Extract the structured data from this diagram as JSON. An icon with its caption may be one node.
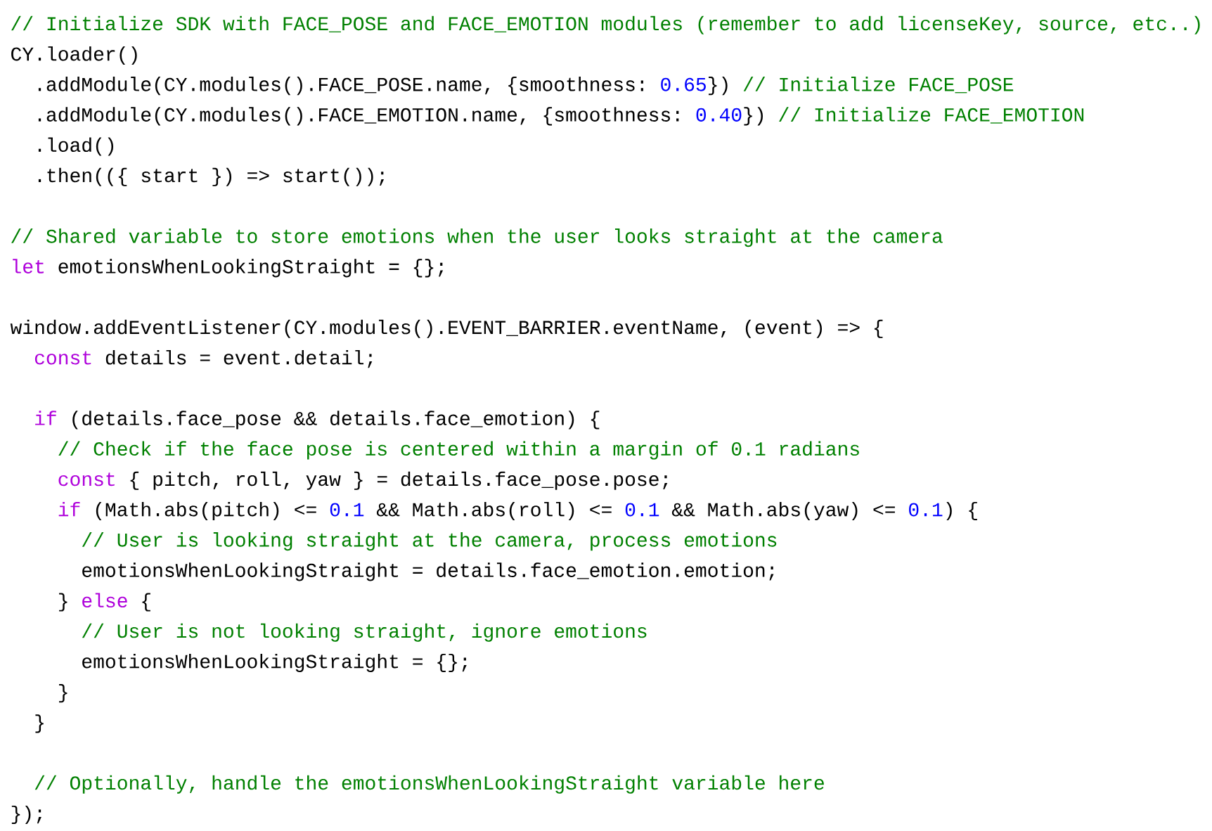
{
  "diagram": {
    "labels": [
      "// Initialize SDK with FACE_POSE and FACE_EMOTION modules (remember to add licenseKey, source, etc..)",
      "CY.loader()",
      ".addModule(CY.modules().FACE_POSE.name, {smoothness:",
      "0.65",
      "})",
      "// Initialize FACE_POSE",
      ".addModule(CY.modules().FACE_EMOTION.name, {smoothness:",
      "0.40",
      "})",
      "// Initialize FACE_EMOTION",
      ".load()",
      ".then(({ start }) => start());",
      "// Shared variable to store emotions when the user looks straight at the camera",
      "let",
      "emotionsWhenLookingStraight = {};",
      "window.addEventListener(CY.modules().EVENT_BARRIER.eventName, (event) => {",
      "const",
      "details = event.detail;",
      "if",
      "(details.face_pose && details.face_emotion) {",
      "// Check if the face pose is centered within a margin of 0.1 radians",
      "const",
      "{ pitch, roll, yaw } = details.face_pose.pose;",
      "if",
      "(Math.abs(pitch) <=",
      "0.1",
      "&& Math.abs(roll) <=",
      "0.1",
      "&& Math.abs(yaw) <=",
      "0.1",
      ") {",
      "// User is looking straight at the camera, process emotions",
      "emotionsWhenLookingStraight = details.face_emotion.emotion;",
      "}",
      "else",
      "{",
      "// User is not looking straight, ignore emotions",
      "emotionsWhenLookingStraight = {};",
      "}",
      "}",
      "// Optionally, handle the emotionsWhenLookingStraight variable here",
      "});"
    ]
  }
}
